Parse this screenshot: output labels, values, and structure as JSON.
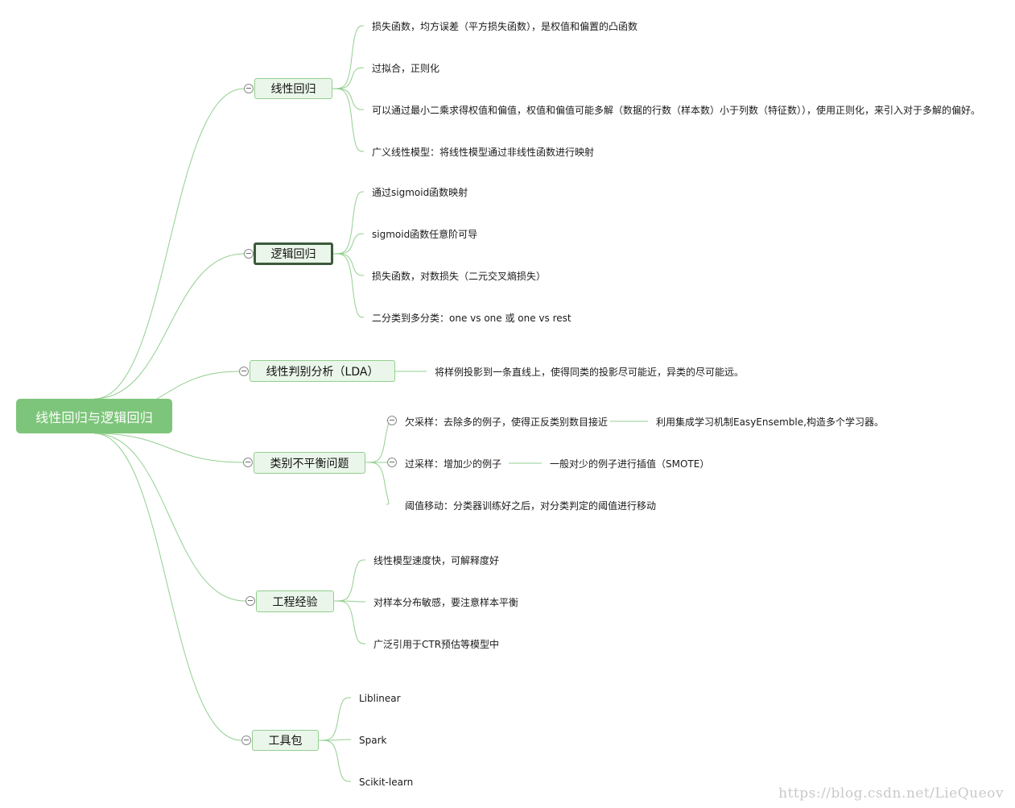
{
  "root": {
    "label": "线性回归与逻辑回归"
  },
  "branches": [
    {
      "label": "线性回归",
      "children": [
        "损失函数，均方误差（平方损失函数），是权值和偏置的凸函数",
        "过拟合，正则化",
        "可以通过最小二乘求得权值和偏值，权值和偏值可能多解（数据的行数（样本数）小于列数（特征数）），使用正则化，来引入对于多解的偏好。",
        "广义线性模型：将线性模型通过非线性函数进行映射"
      ]
    },
    {
      "label": "逻辑回归",
      "selected": true,
      "children": [
        "通过sigmoid函数映射",
        "sigmoid函数任意阶可导",
        "损失函数，对数损失（二元交叉熵损失）",
        "二分类到多分类：one vs one 或 one vs rest"
      ]
    },
    {
      "label": "线性判别分析（LDA）",
      "children": [
        "将样例投影到一条直线上，使得同类的投影尽可能近，异类的尽可能远。"
      ]
    },
    {
      "label": "类别不平衡问题",
      "children": [
        "欠采样：去除多的例子，使得正反类别数目接近",
        "过采样：增加少的例子",
        "阈值移动：分类器训练好之后，对分类判定的阈值进行移动"
      ],
      "grandchildren": [
        "利用集成学习机制EasyEnsemble,构造多个学习器。",
        "一般对少的例子进行插值（SMOTE）"
      ]
    },
    {
      "label": "工程经验",
      "children": [
        "线性模型速度快，可解释度好",
        "对样本分布敏感，要注意样本平衡",
        "广泛引用于CTR预估等模型中"
      ]
    },
    {
      "label": "工具包",
      "children": [
        "Liblinear",
        "Spark",
        "Scikit-learn"
      ]
    }
  ],
  "watermark": "https://blog.csdn.net/LieQueov",
  "colors": {
    "edge": "#93cf90",
    "root_fill": "#7dc57a",
    "branch_fill": "#eaf6e9",
    "selected_border": "#3c5a3b"
  }
}
